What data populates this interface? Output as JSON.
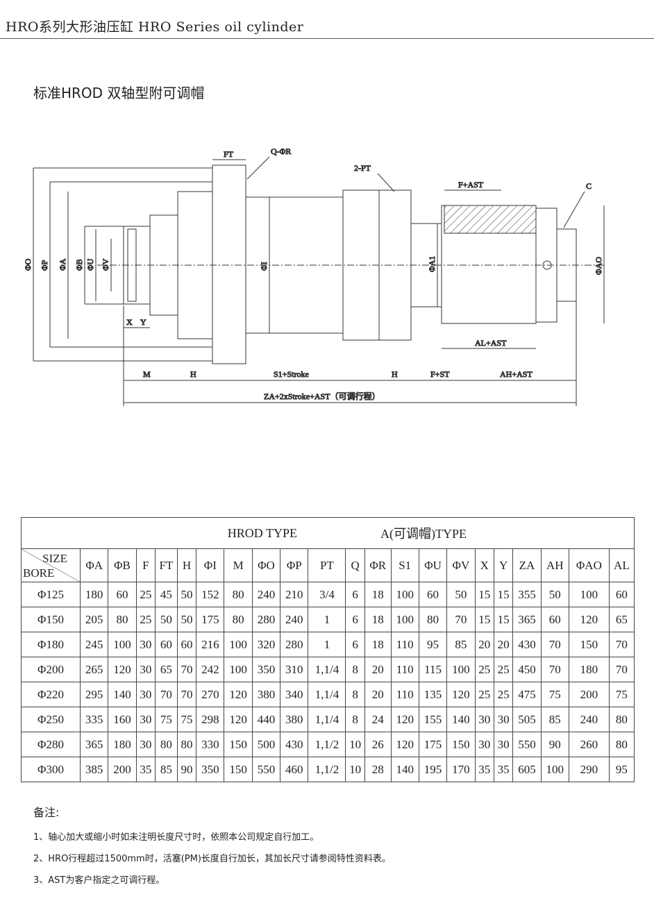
{
  "header": {
    "title": "HRO系列大形油压缸   HRO Series oil cylinder"
  },
  "subtitle": "标准HROD  双轴型附可调帽",
  "drawing": {
    "labels": {
      "ft": "FT",
      "qr": "Q-ΦR",
      "pt": "2-PT",
      "fast": "F+AST",
      "c": "C",
      "o": "ΦO",
      "p": "ΦP",
      "a": "ΦA",
      "b": "ΦB",
      "u": "ΦU",
      "v": "ΦV",
      "i": "ΦI",
      "a1": "ΦA1",
      "ao": "ΦAO",
      "x": "X",
      "y": "Y",
      "alast": "AL+AST",
      "m": "M",
      "h1": "H",
      "s1": "S1+Stroke",
      "h2": "H",
      "fst": "F+ST",
      "ahast": "AH+AST",
      "za": "ZA+2xStroke+AST（可调行程）"
    }
  },
  "table": {
    "title_left": "HROD    TYPE",
    "title_right": "A(可调帽)TYPE",
    "size_label": "SIZE",
    "bore_label": "BORE",
    "columns": [
      "ΦA",
      "ΦB",
      "F",
      "FT",
      "H",
      "ΦI",
      "M",
      "ΦO",
      "ΦP",
      "PT",
      "Q",
      "ΦR",
      "S1",
      "ΦU",
      "ΦV",
      "X",
      "Y",
      "ZA",
      "AH",
      "ΦAO",
      "AL"
    ],
    "rows": [
      [
        "Φ125",
        "180",
        "60",
        "25",
        "45",
        "50",
        "152",
        "80",
        "240",
        "210",
        "3/4",
        "6",
        "18",
        "100",
        "60",
        "50",
        "15",
        "15",
        "355",
        "50",
        "100",
        "60"
      ],
      [
        "Φ150",
        "205",
        "80",
        "25",
        "50",
        "50",
        "175",
        "80",
        "280",
        "240",
        "1",
        "6",
        "18",
        "100",
        "80",
        "70",
        "15",
        "15",
        "365",
        "60",
        "120",
        "65"
      ],
      [
        "Φ180",
        "245",
        "100",
        "30",
        "60",
        "60",
        "216",
        "100",
        "320",
        "280",
        "1",
        "6",
        "18",
        "110",
        "95",
        "85",
        "20",
        "20",
        "430",
        "70",
        "150",
        "70"
      ],
      [
        "Φ200",
        "265",
        "120",
        "30",
        "65",
        "70",
        "242",
        "100",
        "350",
        "310",
        "1,1/4",
        "8",
        "20",
        "110",
        "115",
        "100",
        "25",
        "25",
        "450",
        "70",
        "180",
        "70"
      ],
      [
        "Φ220",
        "295",
        "140",
        "30",
        "70",
        "70",
        "270",
        "120",
        "380",
        "340",
        "1,1/4",
        "8",
        "20",
        "110",
        "135",
        "120",
        "25",
        "25",
        "475",
        "75",
        "200",
        "75"
      ],
      [
        "Φ250",
        "335",
        "160",
        "30",
        "75",
        "75",
        "298",
        "120",
        "440",
        "380",
        "1,1/4",
        "8",
        "24",
        "120",
        "155",
        "140",
        "30",
        "30",
        "505",
        "85",
        "240",
        "80"
      ],
      [
        "Φ280",
        "365",
        "180",
        "30",
        "80",
        "80",
        "330",
        "150",
        "500",
        "430",
        "1,1/2",
        "10",
        "26",
        "120",
        "175",
        "150",
        "30",
        "30",
        "550",
        "90",
        "260",
        "80"
      ],
      [
        "Φ300",
        "385",
        "200",
        "35",
        "85",
        "90",
        "350",
        "150",
        "550",
        "460",
        "1,1/2",
        "10",
        "28",
        "140",
        "195",
        "170",
        "35",
        "35",
        "605",
        "100",
        "290",
        "95"
      ]
    ]
  },
  "notes": {
    "title": "备注:",
    "items": [
      "1、轴心加大或缩小时如未注明长度尺寸时，依照本公司规定自行加工。",
      "2、HRO行程超过1500mm时，活塞(PM)长度自行加长，其加长尺寸请参阅特性资料表。",
      "3、AST为客户指定之可调行程。"
    ]
  }
}
